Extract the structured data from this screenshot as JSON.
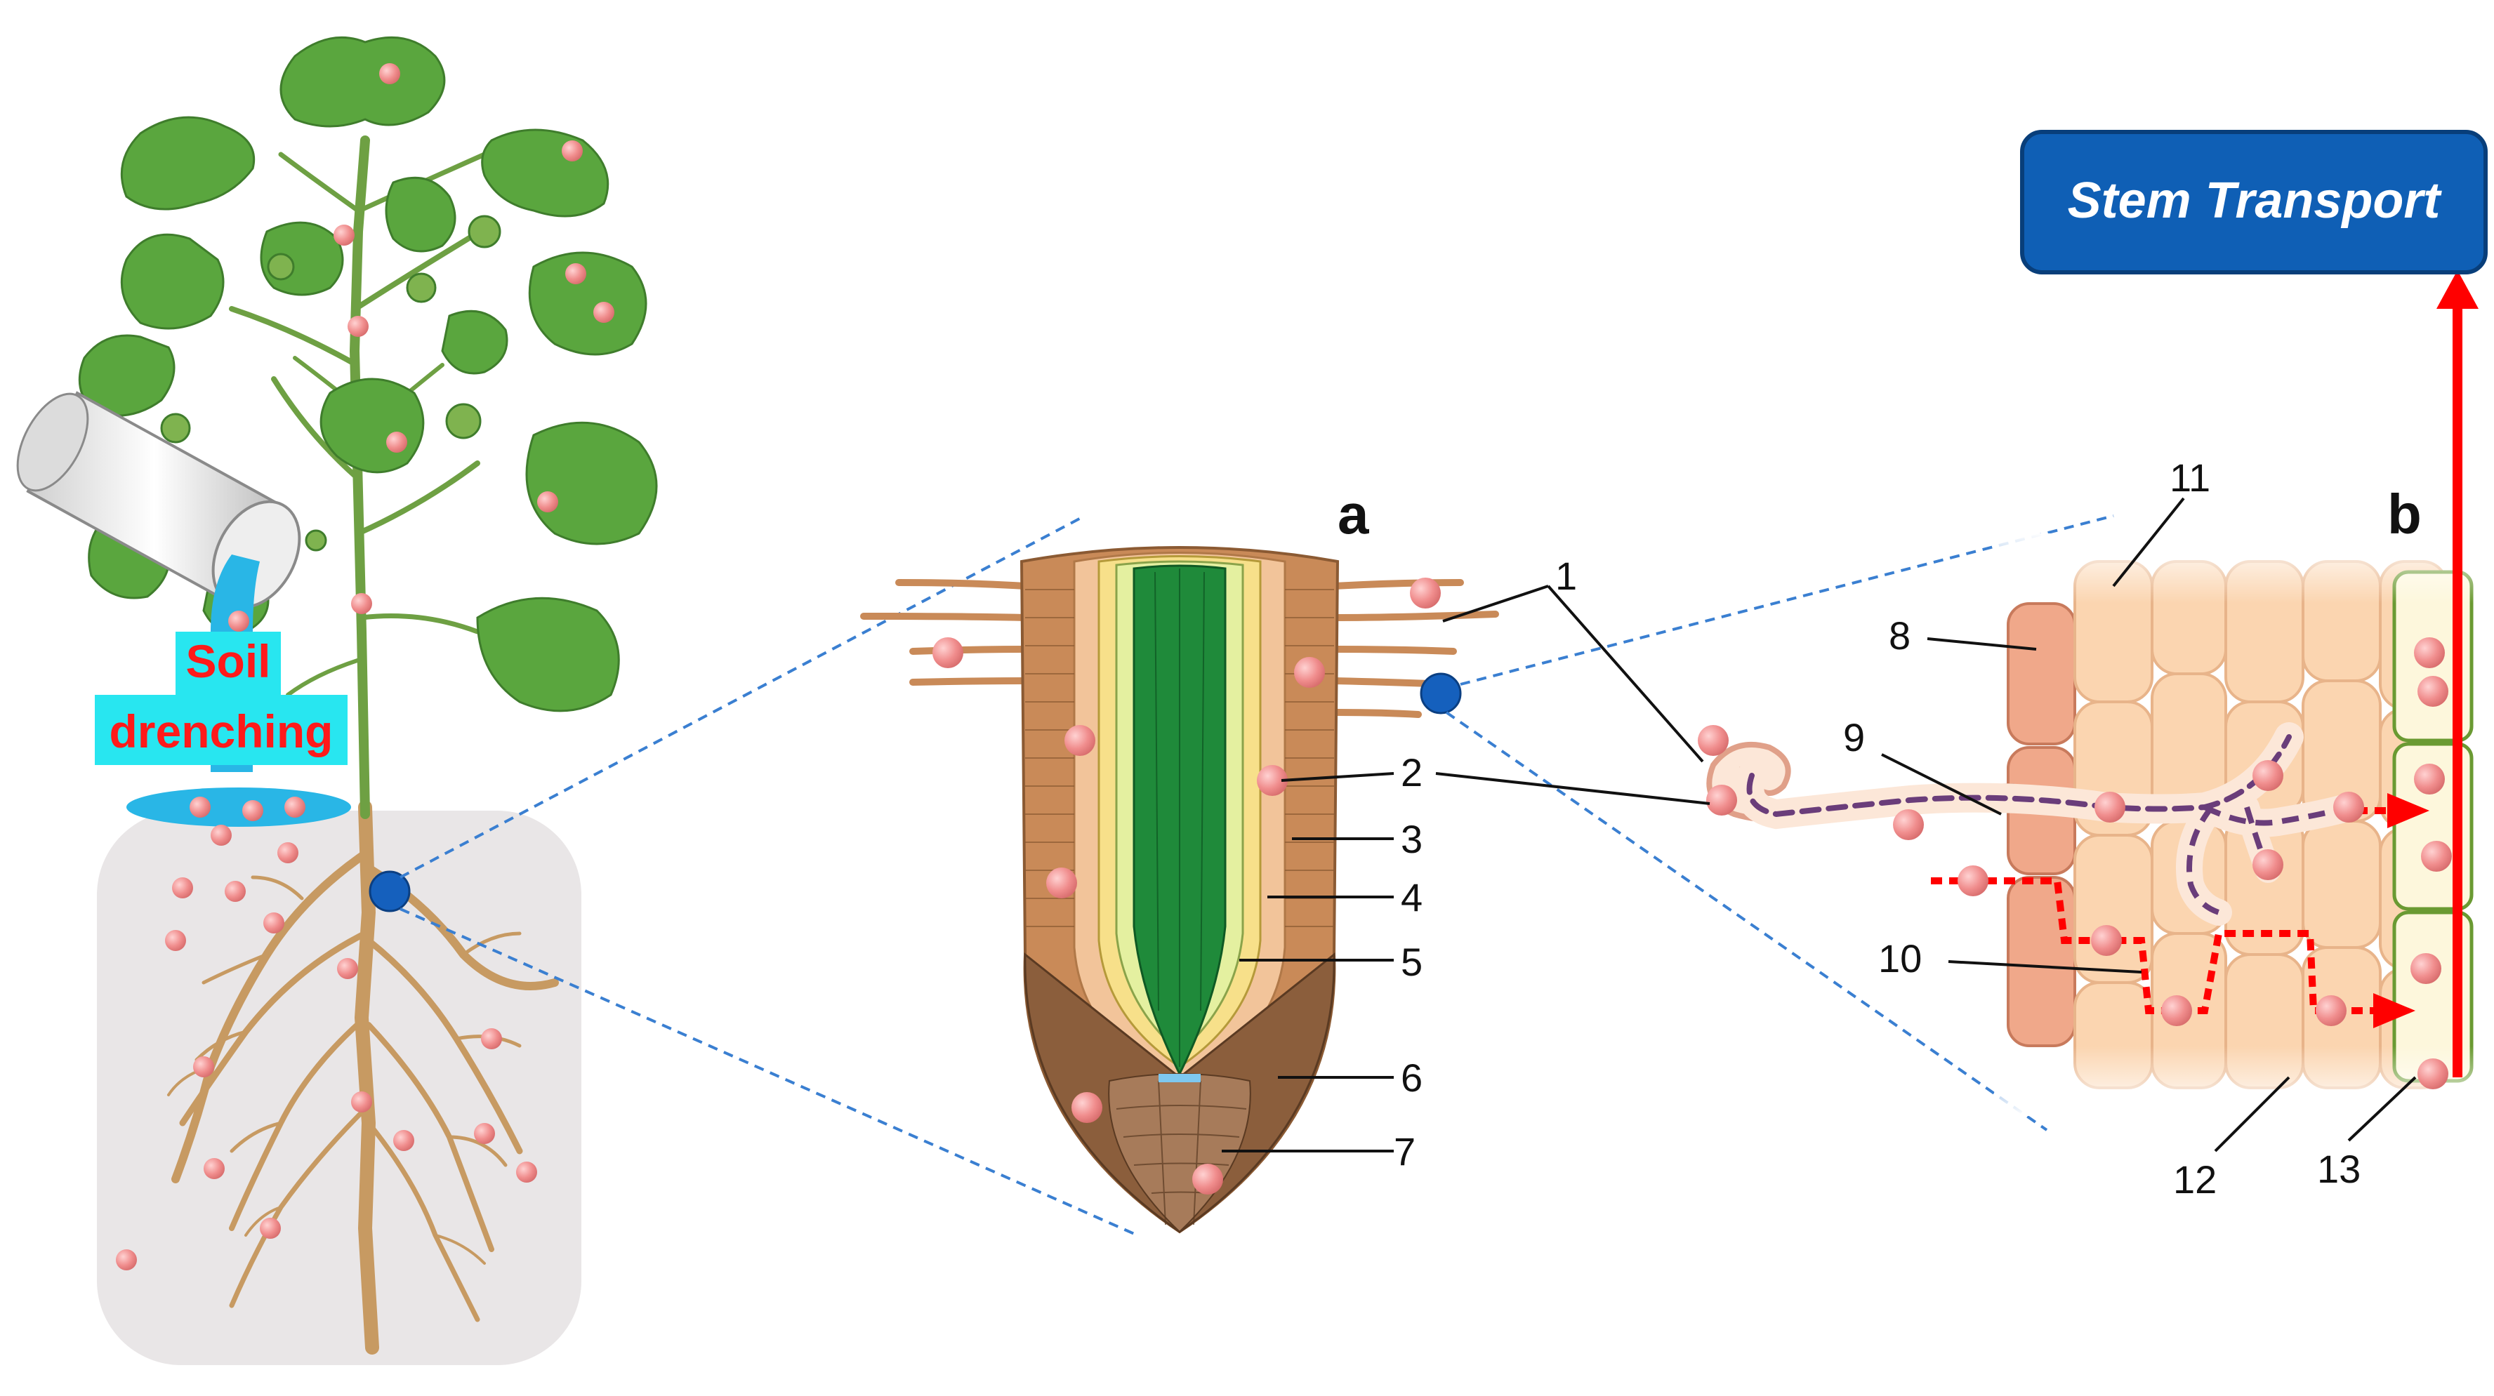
{
  "panels": {
    "a": "a",
    "b": "b"
  },
  "soil_label": {
    "line1": "Soil",
    "line2": "drenching"
  },
  "stem_box": {
    "label": "Stem Transport"
  },
  "numbers": [
    "1",
    "2",
    "3",
    "4",
    "5",
    "6",
    "7",
    "8",
    "9",
    "10",
    "11",
    "12",
    "13"
  ],
  "colors": {
    "leaf": "#5aa63e",
    "stem": "#6ea043",
    "root": "#c79a62",
    "particle": "#f08d8d",
    "soil_bg": "#e9e6e7",
    "water": "#29b6e6",
    "label_bg": "#28e6f0",
    "label_text": "#ff1a1a",
    "box_fill": "#0f5fb5",
    "arrow_red": "#ff0000",
    "zoom_dash": "#3a7fd1",
    "marker_blue": "#1560bd",
    "stele_green": "#1f8a3a",
    "epidermis": "#c98a58",
    "root_cap": "#8b5e3c",
    "hypha_outline": "#e0a089",
    "hypha_dash": "#6a3d7a"
  }
}
